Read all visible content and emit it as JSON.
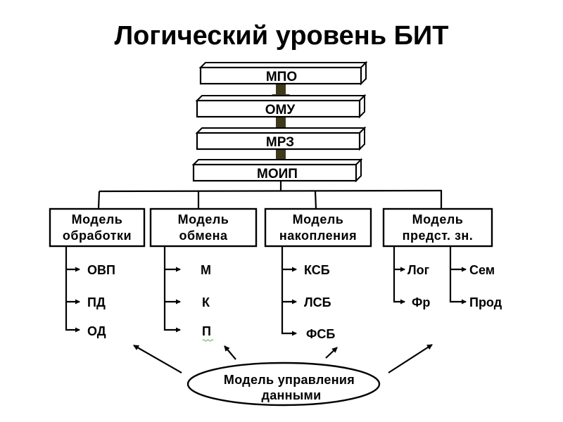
{
  "title": "Логический уровень БИТ",
  "colors": {
    "stroke": "#000000",
    "background": "#ffffff",
    "flow_arrow": "#3f3a1c"
  },
  "stack": [
    {
      "label": "МПО"
    },
    {
      "label": "ОМУ"
    },
    {
      "label": "МРЗ"
    },
    {
      "label": "МОИП"
    }
  ],
  "models": [
    {
      "line1": "Модель",
      "line2": "обработки",
      "items": [
        "ОВП",
        "ПД",
        "ОД"
      ]
    },
    {
      "line1": "Модель",
      "line2": "обмена",
      "items": [
        "М",
        "К",
        "П"
      ]
    },
    {
      "line1": "Модель",
      "line2": "накопления",
      "items": [
        "КСБ",
        "ЛСБ",
        "ФСБ"
      ]
    },
    {
      "line1": "Модель",
      "line2": "предст. зн.",
      "items_left": [
        "Лог",
        "Фр"
      ],
      "items_right": [
        "Сем",
        "Прод"
      ]
    }
  ],
  "control": {
    "line1": "Модель управления",
    "line2": "данными"
  }
}
